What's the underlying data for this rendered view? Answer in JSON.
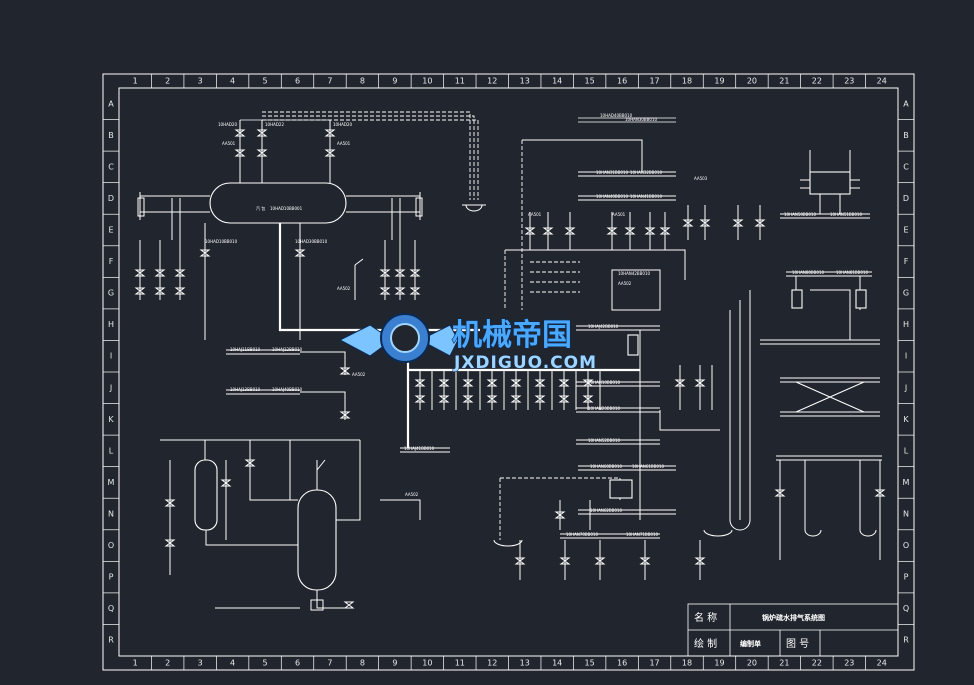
{
  "grid": {
    "columns": [
      "1",
      "2",
      "3",
      "4",
      "5",
      "6",
      "7",
      "8",
      "9",
      "10",
      "11",
      "12",
      "13",
      "14",
      "15",
      "16",
      "17",
      "18",
      "19",
      "20",
      "21",
      "22",
      "23",
      "24"
    ],
    "rows": [
      "A",
      "B",
      "C",
      "D",
      "E",
      "F",
      "G",
      "H",
      "I",
      "J",
      "K",
      "L",
      "M",
      "N",
      "O",
      "P",
      "Q",
      "R"
    ]
  },
  "title_block": {
    "name_label": "名 称",
    "drawn_label": "绘 制",
    "drawing_no_label": "图 号",
    "name_value": "锅炉疏水排气系统图",
    "drawn_value": "编制单"
  },
  "watermark": {
    "cn": "机械帝国",
    "en": "JXDIGUO.COM"
  },
  "tags": {
    "drum": "汽 包",
    "drum_no": "10HAD10BB001",
    "v1": "10HAD20",
    "v2": "10HAD22",
    "am01": "AA501",
    "am02": "AA502",
    "am03": "AA503",
    "t1": "10HAJ11BB010",
    "t2": "10HAJ12BB010",
    "t3": "10HAJ13BB010",
    "t4": "10HAJ40BB010",
    "t5": "10HAJ41BB010",
    "t6": "10HAJ42BB010",
    "t7": "10HAH10BB010",
    "t8": "10HAN20BB010",
    "t9": "10HAD10BB010",
    "t10": "10HAD30BB010",
    "t11": "10HAD40BB010",
    "t12": "10HAN30BB010",
    "t13": "10HAN31BB010",
    "t14": "10HAN32BB010",
    "t15": "10HAN40BB010",
    "t16": "10HAN41BB010",
    "t17": "10HAN42BB010",
    "t18": "10HAN50BB010",
    "t19": "10HAN51BB010",
    "t20": "10HAN52BB010",
    "t21": "10HAN60BB010",
    "t22": "10HAN61BB010",
    "t23": "10HAN62BB010",
    "t24": "10HAN70BB010",
    "t25": "10HAN71BB010",
    "t26": "10HAN80BB010",
    "t27": "10HAN81BB010"
  },
  "colors": {
    "background": "#21262e",
    "line": "#ffffff",
    "watermark": "#4aa8ff"
  }
}
